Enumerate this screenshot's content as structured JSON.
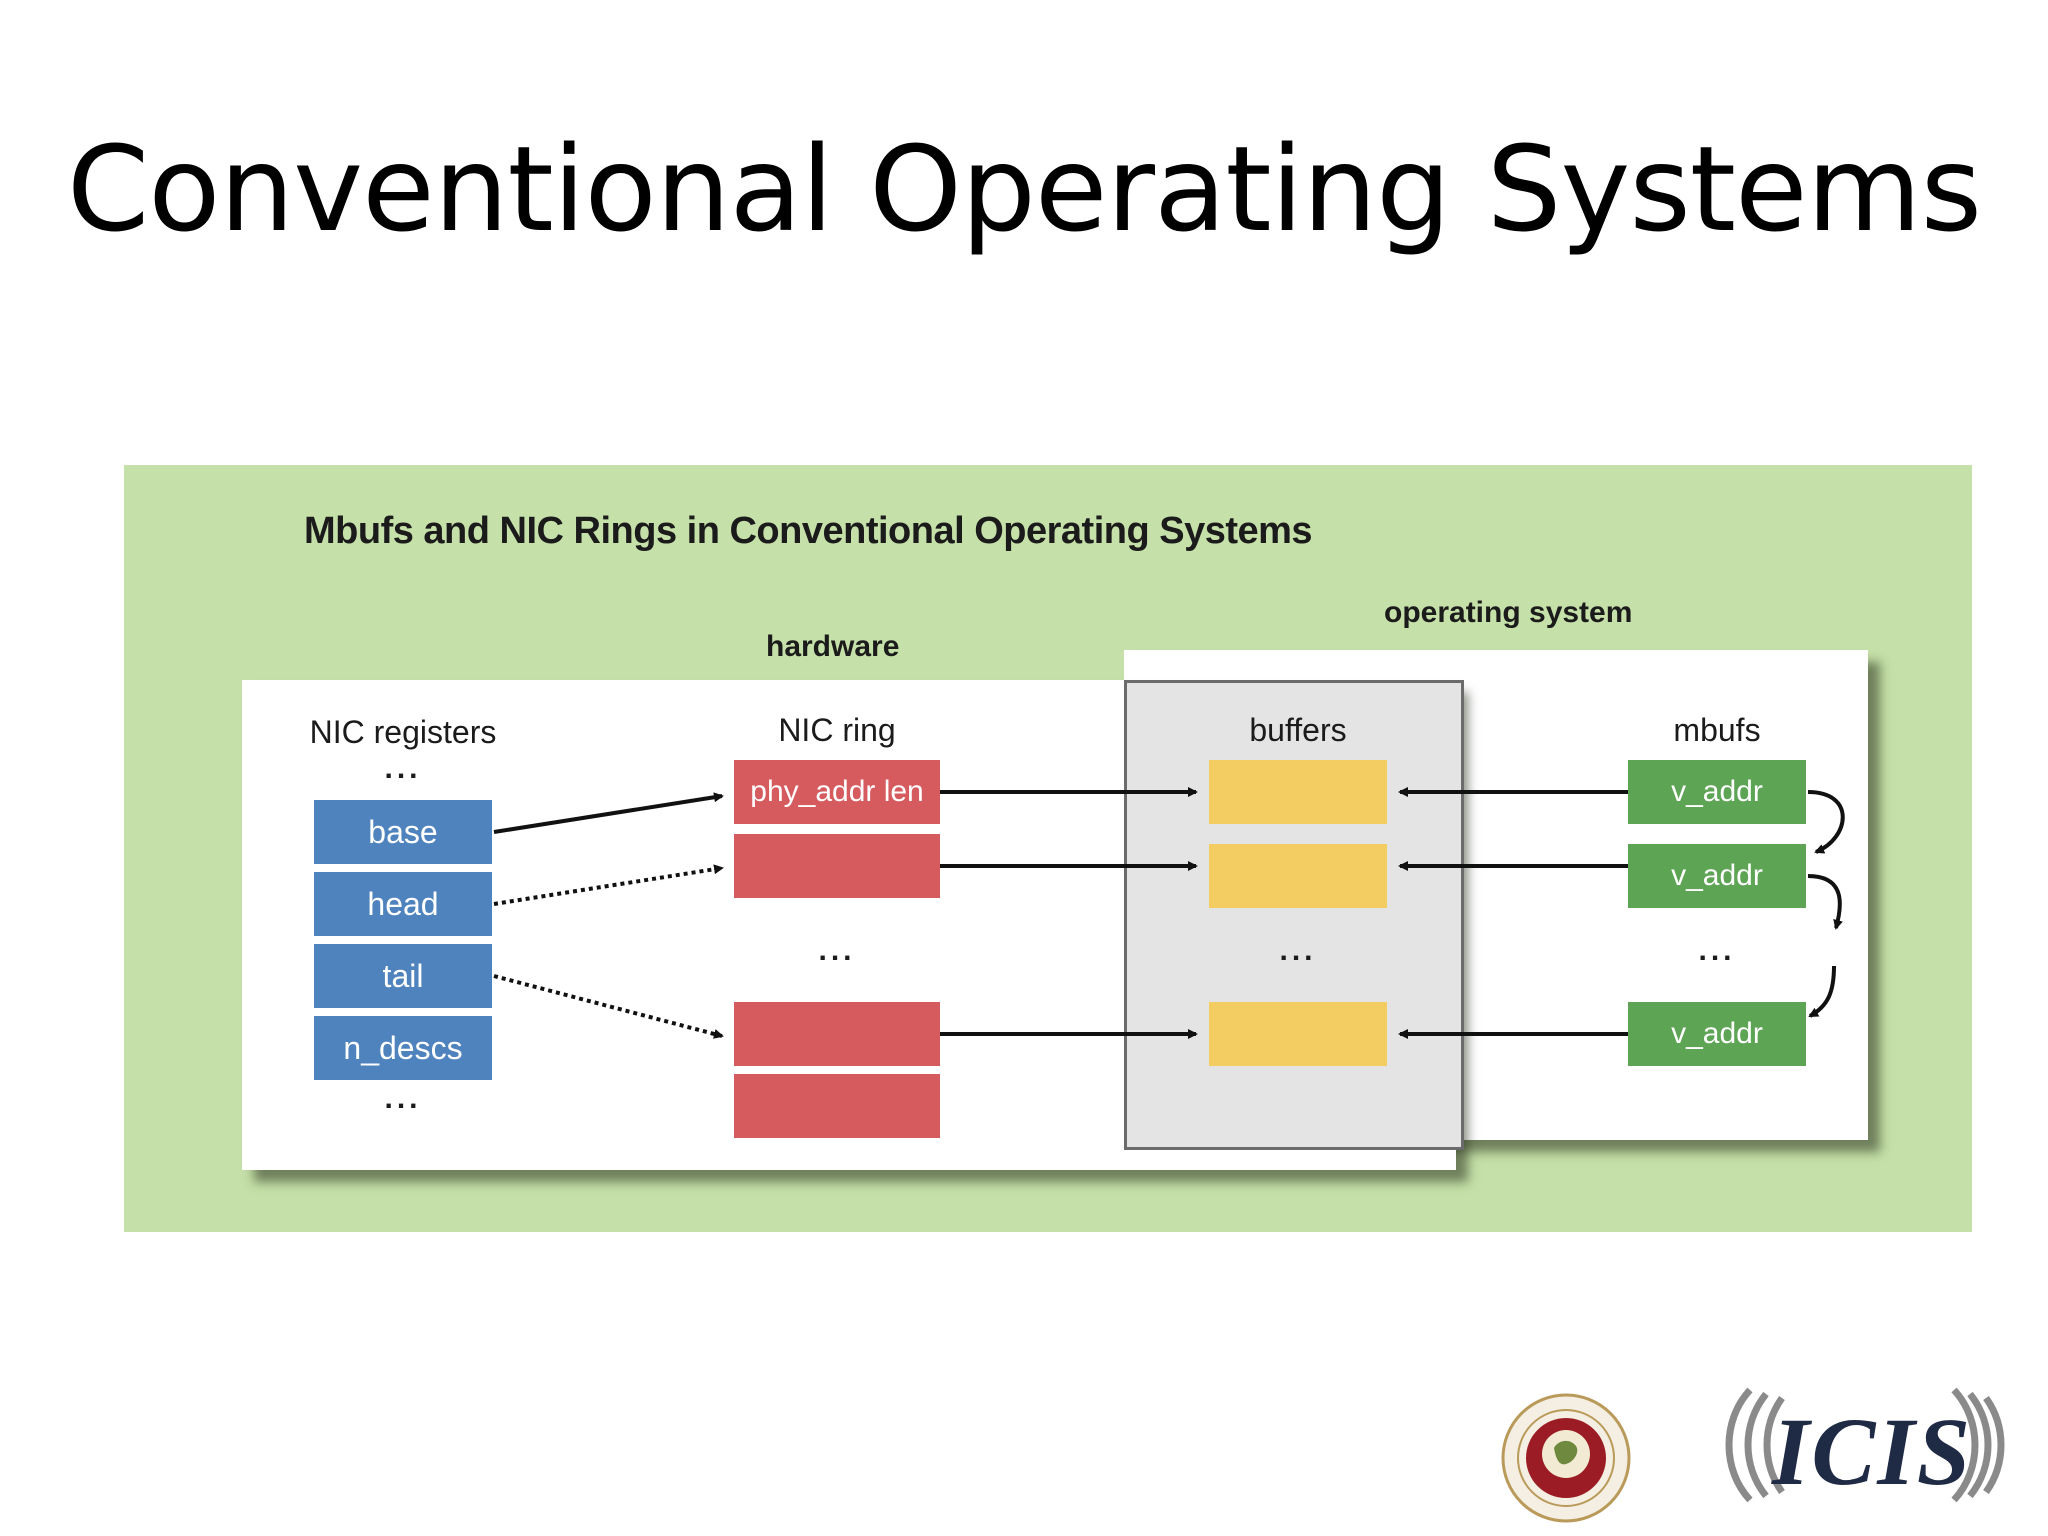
{
  "slide": {
    "title": "Conventional Operating Systems"
  },
  "figure": {
    "title": "Mbufs and NIC Rings in Conventional Operating Systems",
    "hardware_label": "hardware",
    "os_label": "operating system",
    "colors": {
      "panel": "#c5e0a8",
      "register": "#4f83bd",
      "ring": "#d65b5e",
      "buffer": "#f3cd62",
      "mbuf": "#5da454",
      "buffers_bg": "#e4e4e4"
    },
    "nic_registers": {
      "label": "NIC registers",
      "items": [
        "base",
        "head",
        "tail",
        "n_descs"
      ],
      "ellipsis_top": "...",
      "ellipsis_bottom": "..."
    },
    "nic_ring": {
      "label": "NIC ring",
      "first_slot": "phy_addr len",
      "ellipsis": "..."
    },
    "buffers": {
      "label": "buffers",
      "ellipsis": "..."
    },
    "mbufs": {
      "label": "mbufs",
      "items": [
        "v_addr",
        "v_addr",
        "v_addr"
      ],
      "ellipsis": "..."
    }
  },
  "logos": {
    "icis_text": "ICIS",
    "seal_icon": "university-seal-icon",
    "icis_icon": "icis-logo-icon"
  }
}
